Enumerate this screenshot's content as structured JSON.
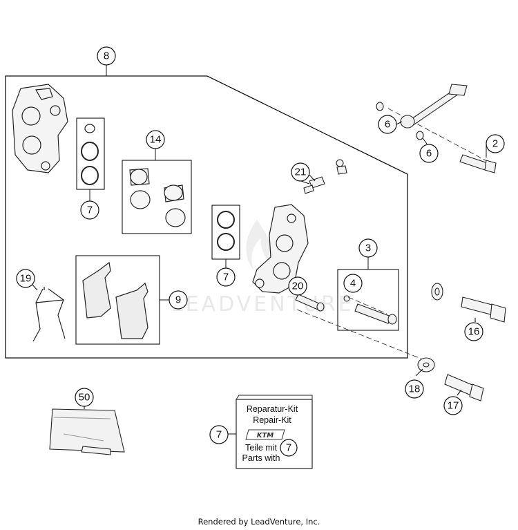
{
  "callouts": {
    "c8": "8",
    "c6a": "6",
    "c6b": "6",
    "c2": "2",
    "c14": "14",
    "c7a": "7",
    "c21": "21",
    "c3": "3",
    "c7b": "7",
    "c4": "4",
    "c19": "19",
    "c9": "9",
    "c20": "20",
    "c16": "16",
    "c18": "18",
    "c50": "50",
    "c17": "17",
    "c7c": "7",
    "c7d": "7"
  },
  "repair_kit": {
    "line1": "Reparatur-Kit",
    "line2": "Repair-Kit",
    "line3": "Teile mit",
    "line4": "Parts with",
    "logo": "KTM"
  },
  "watermark": "LEADVENTURE",
  "footer": "Rendered by LeadVenture, Inc."
}
